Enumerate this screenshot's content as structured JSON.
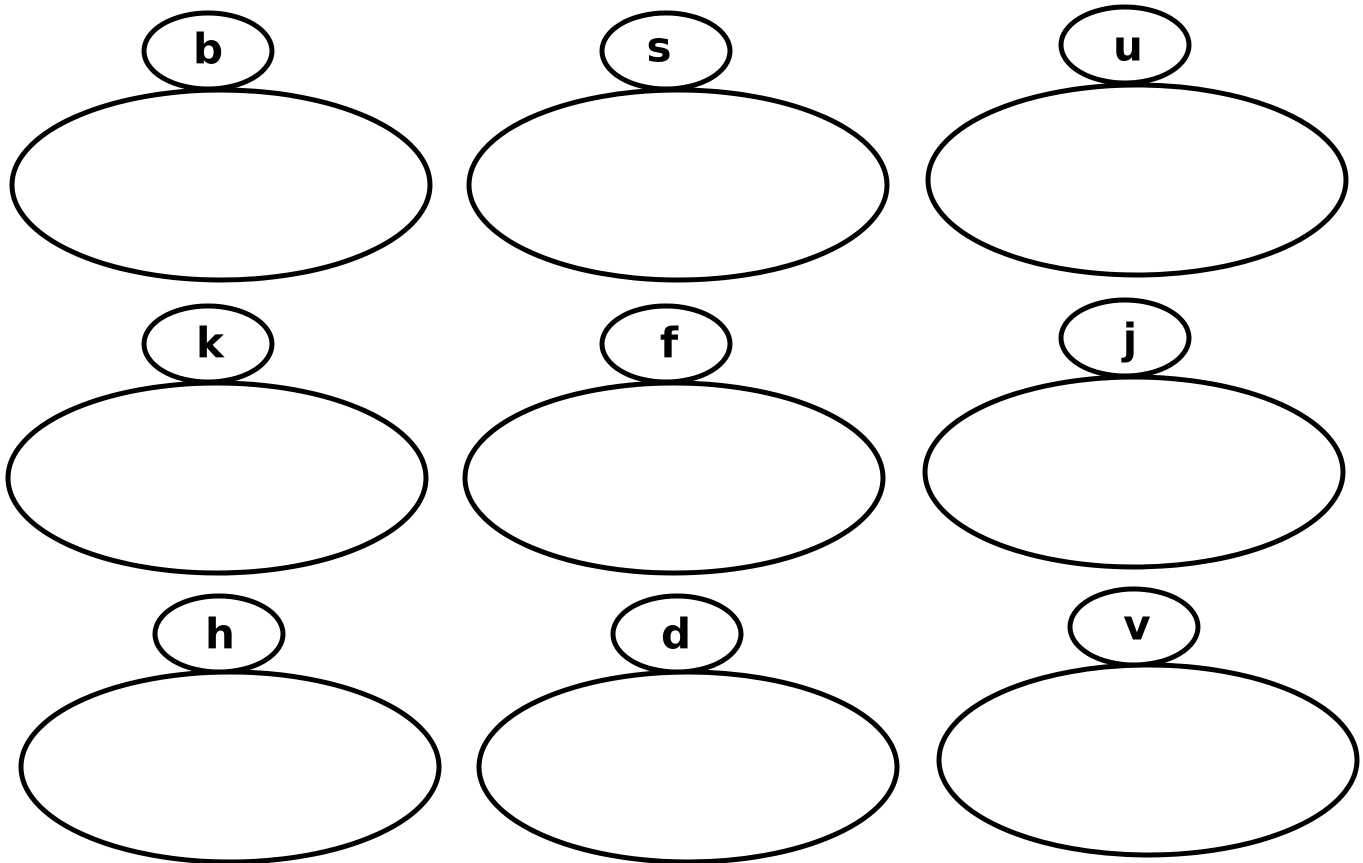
{
  "colors": {
    "stroke": "#000000",
    "background": "#ffffff"
  },
  "worksheet": {
    "circles": [
      {
        "letter": "b"
      },
      {
        "letter": "s"
      },
      {
        "letter": "u"
      },
      {
        "letter": "k"
      },
      {
        "letter": "f"
      },
      {
        "letter": "j"
      },
      {
        "letter": "h"
      },
      {
        "letter": "d"
      },
      {
        "letter": "v"
      }
    ]
  }
}
